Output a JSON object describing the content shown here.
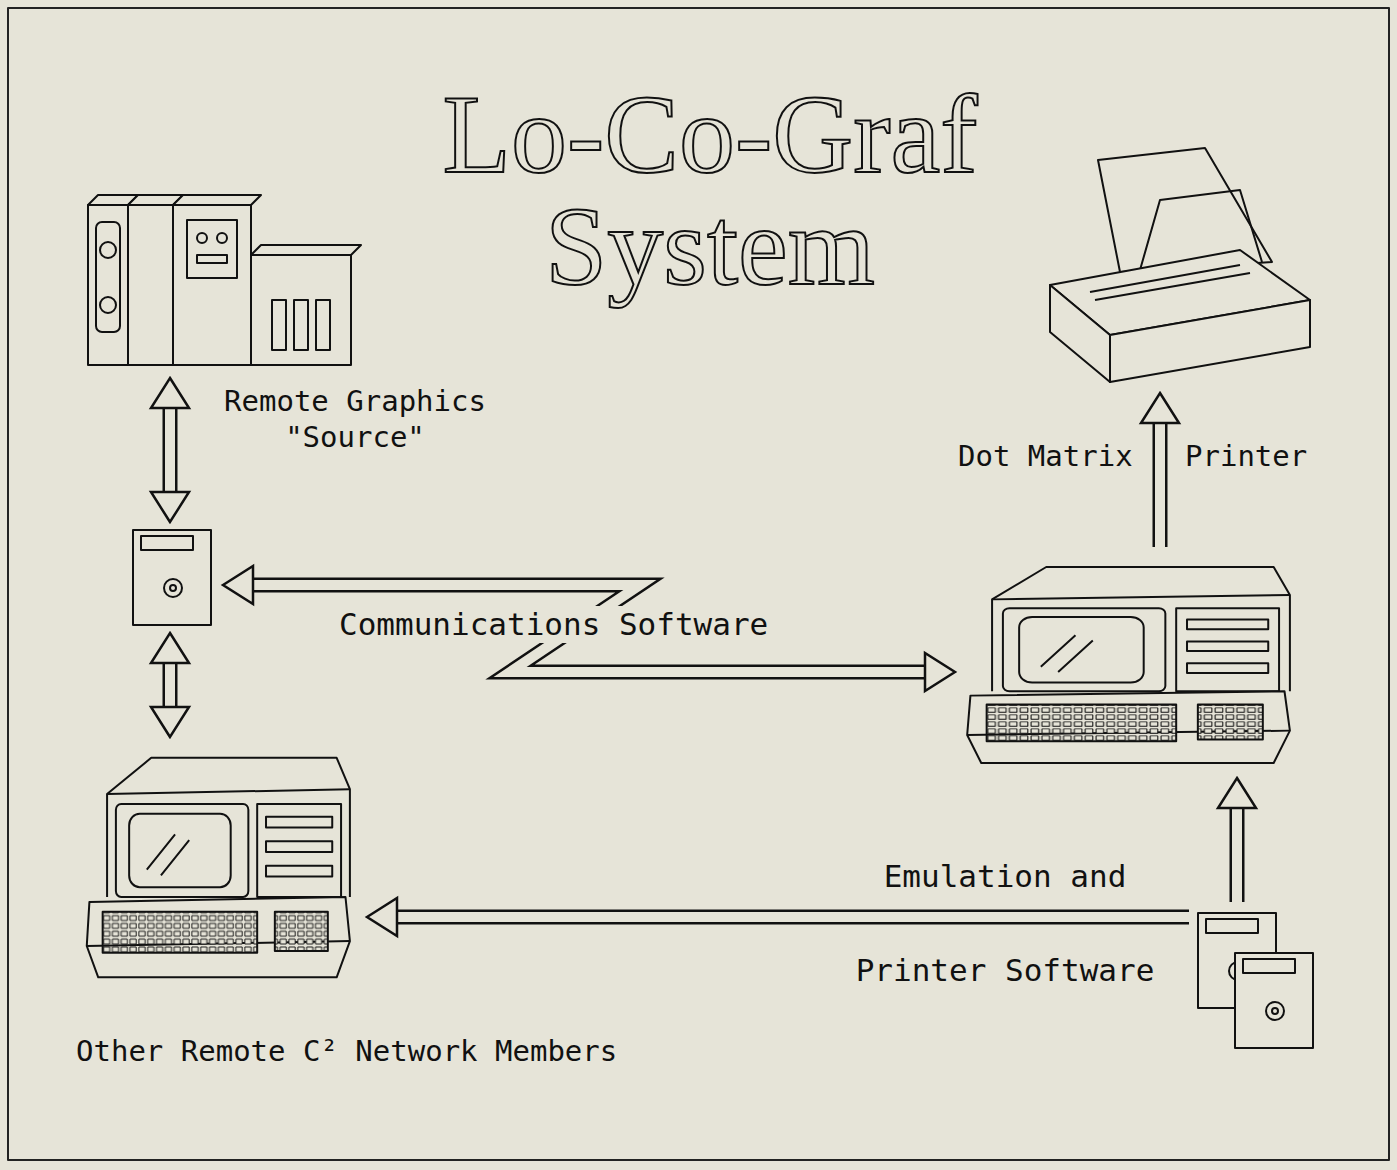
{
  "diagram": {
    "title": "Lo-Co-Graf System",
    "nodes": [
      {
        "text": [
          "Remote Graphics \"Source\""
        ]
      },
      {
        "text": [
          "Dot Matrix",
          "Printer"
        ]
      },
      {
        "text": []
      },
      {
        "text": []
      },
      {
        "text": [
          "Other Remote C² Network Members"
        ]
      },
      {
        "text": []
      }
    ],
    "edges": [
      {
        "from": 0,
        "to": 2,
        "arrow": "both"
      },
      {
        "from": 2,
        "to": 4,
        "arrow": "both"
      },
      {
        "from": 2,
        "to": 3,
        "label": "Communications Software",
        "arrow": "both"
      },
      {
        "from": 3,
        "to": 1,
        "arrow": "to"
      },
      {
        "from": 5,
        "to": 3,
        "arrow": "to"
      },
      {
        "from": 5,
        "to": 4,
        "label": "Emulation and Printer Software",
        "arrow": "to"
      }
    ]
  }
}
